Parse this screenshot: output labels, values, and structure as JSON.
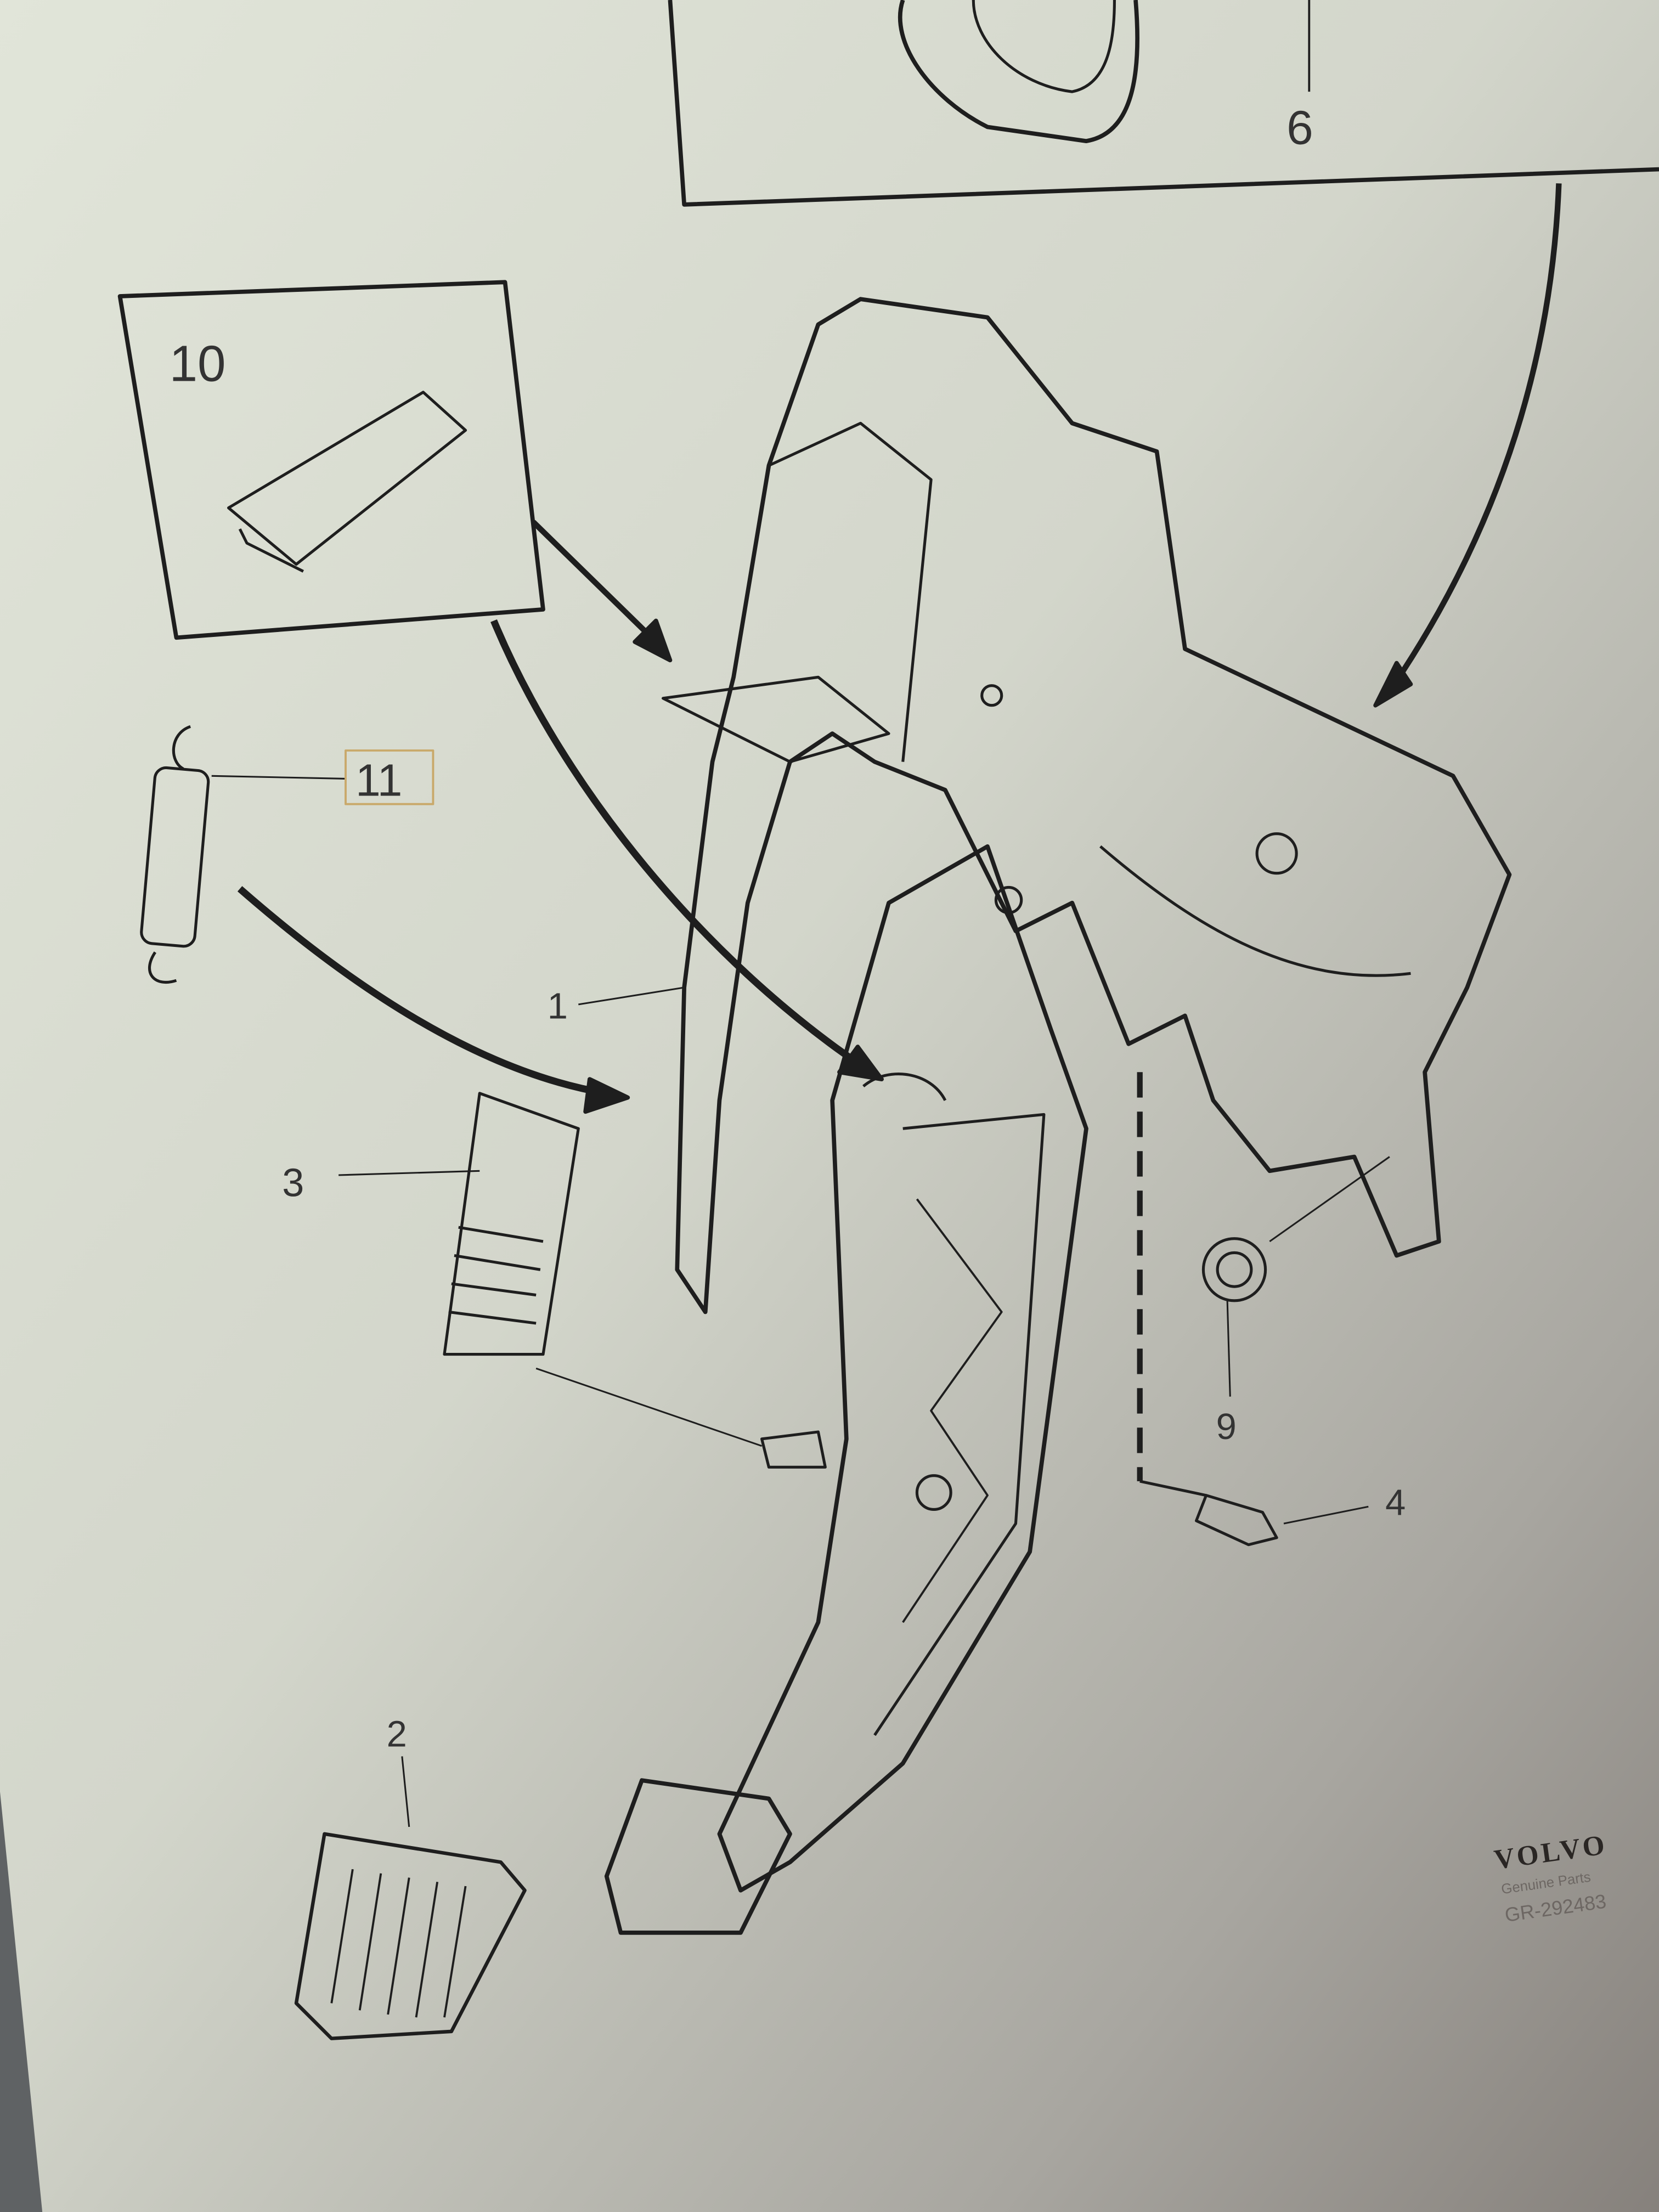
{
  "diagram": {
    "callouts": {
      "c1": "1",
      "c2": "2",
      "c3": "3",
      "c4": "4",
      "c6": "6",
      "c9": "9",
      "c10": "10",
      "c11": "11"
    },
    "logo": {
      "brand": "VOLVO",
      "subtitle": "Genuine Parts",
      "ref": "GR-292483"
    }
  }
}
